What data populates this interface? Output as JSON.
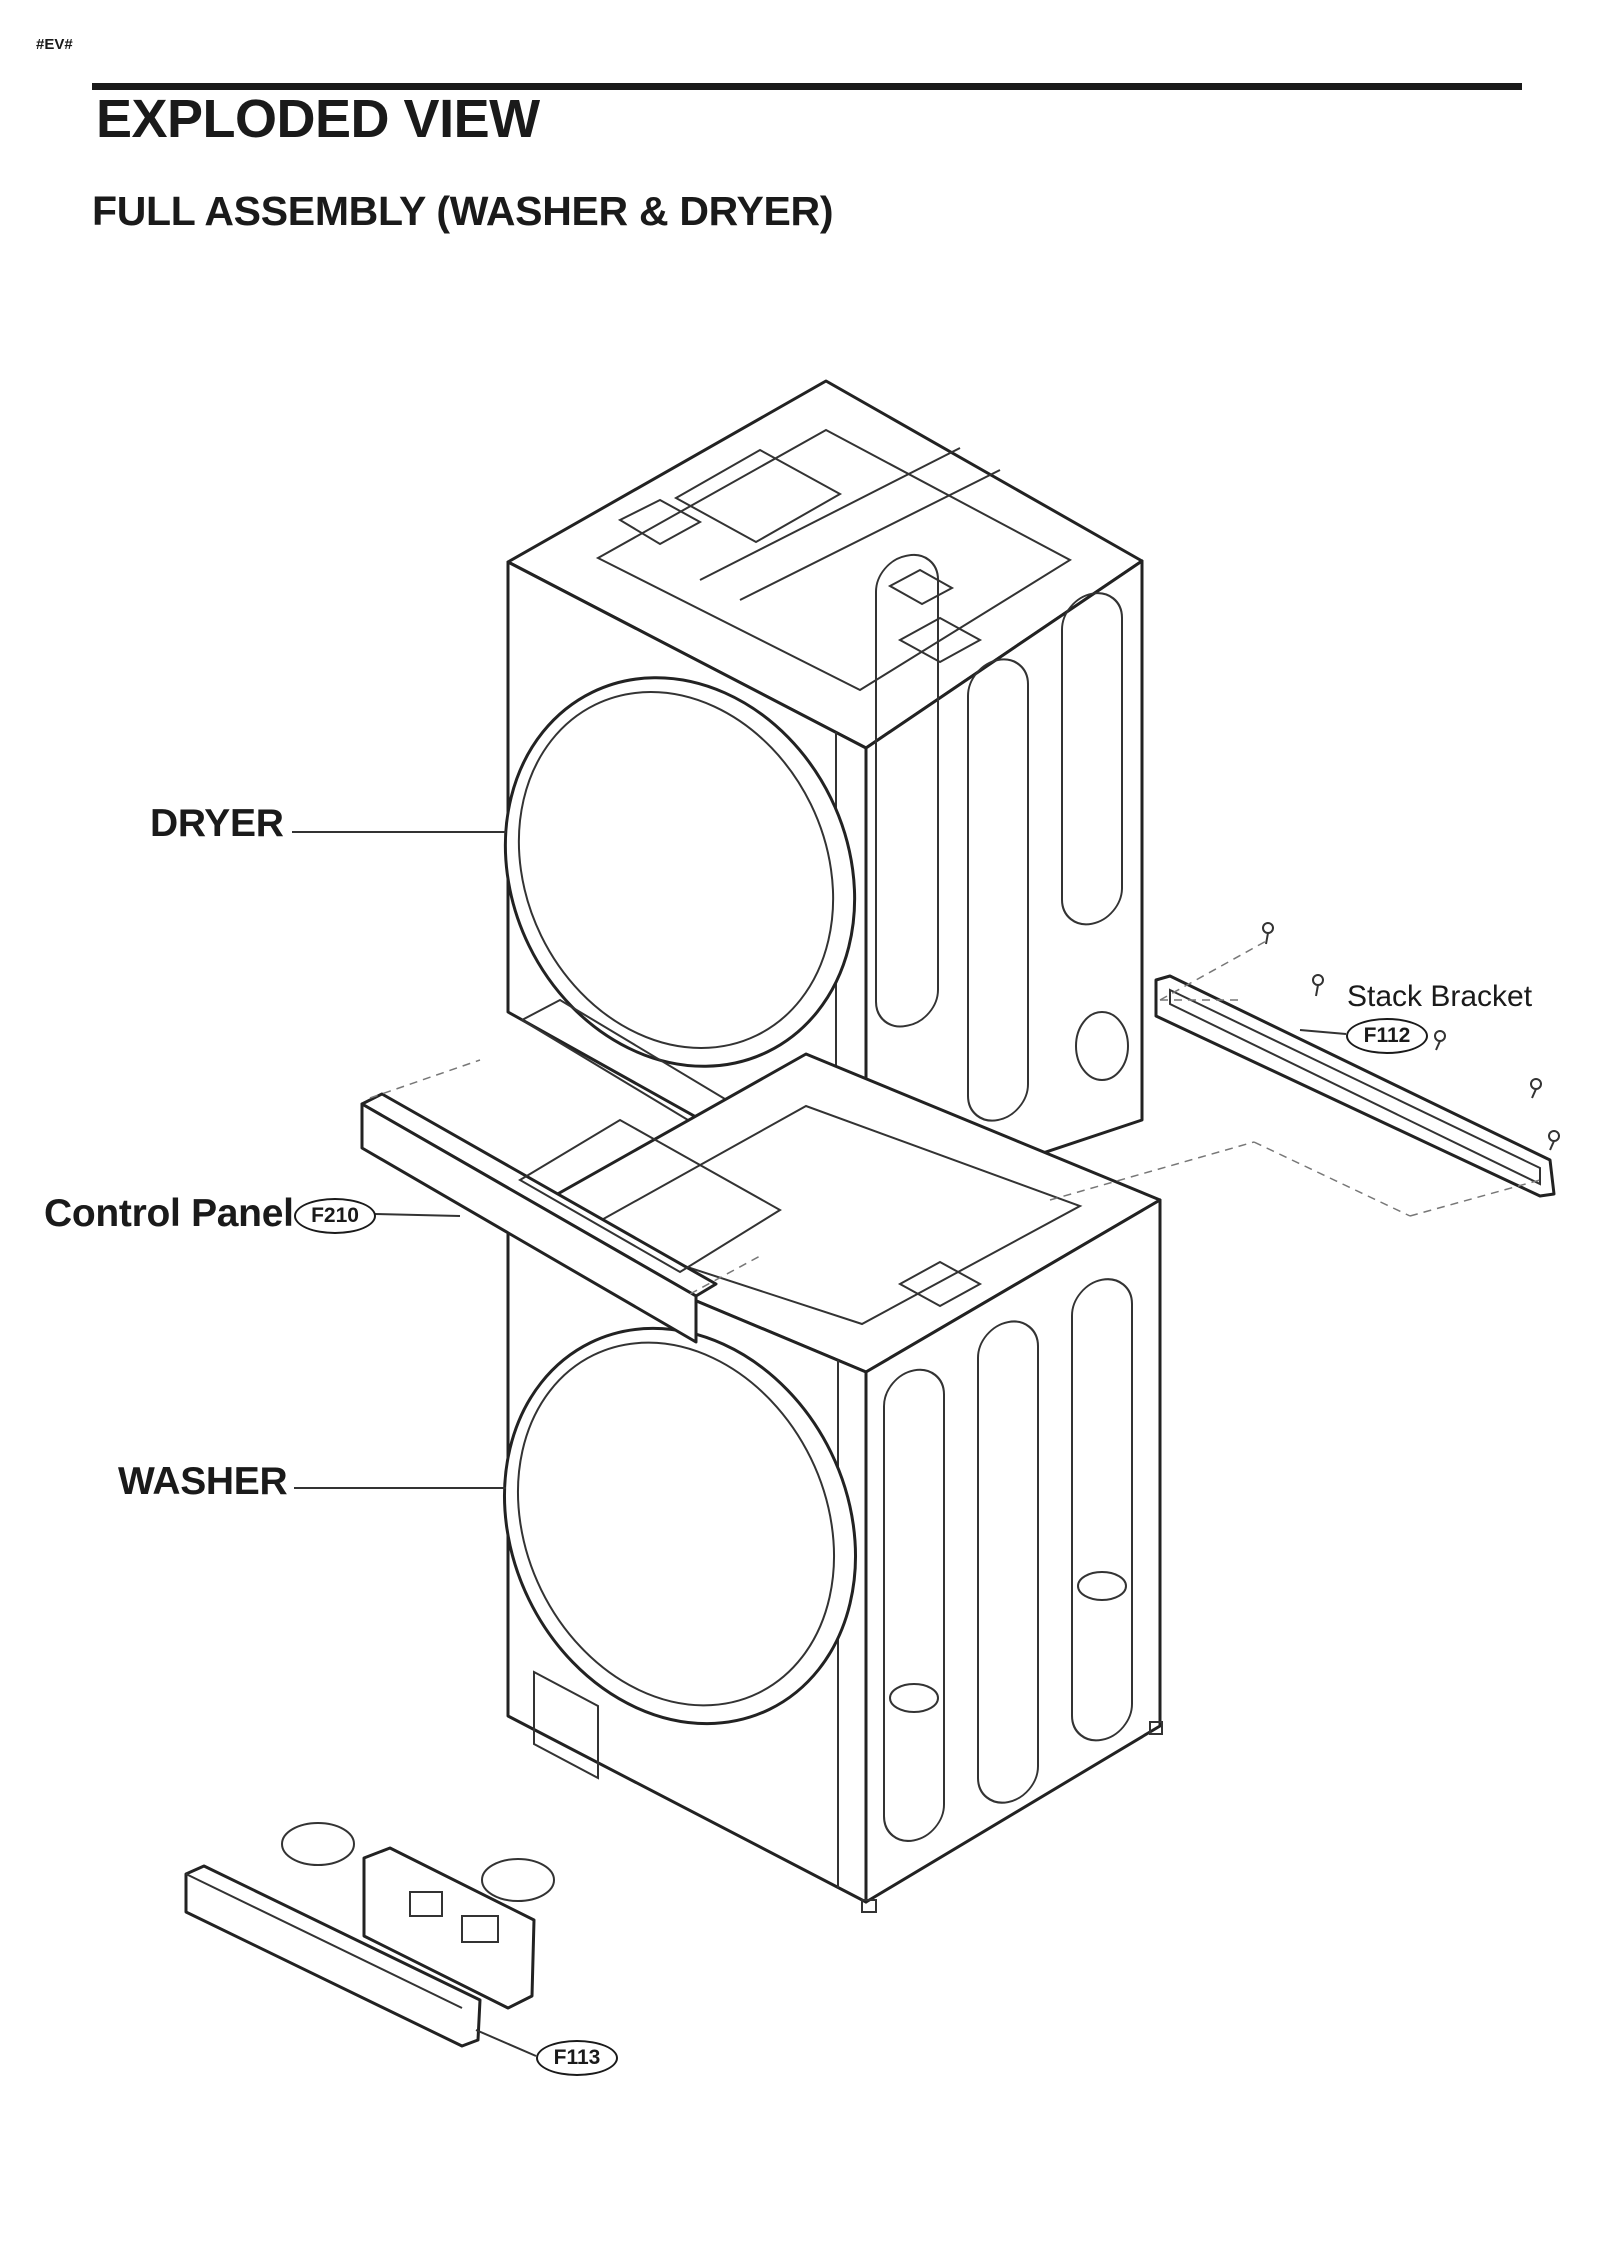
{
  "header": {
    "tag": "#EV#",
    "title": "EXPLODED VIEW",
    "subtitle": "FULL ASSEMBLY (WASHER & DRYER)"
  },
  "labels": {
    "dryer": "DRYER",
    "control_panel": "Control Panel",
    "washer": "WASHER",
    "stack_bracket": "Stack Bracket"
  },
  "part_codes": {
    "control_panel": "F210",
    "stack_bracket": "F112",
    "front_panel": "F113"
  }
}
